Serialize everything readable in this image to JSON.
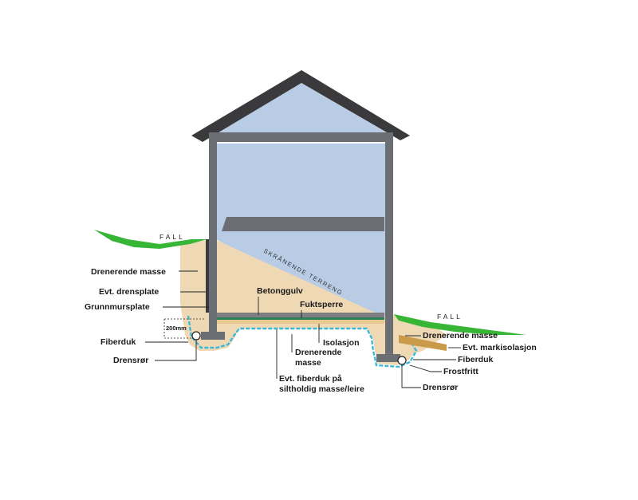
{
  "labels": {
    "fall_left": "FALL",
    "fall_right": "FALL",
    "sloping_terrain": "SKRÅNENDE TERRENG",
    "draining_mass_left": "Drenerende masse",
    "drain_plate": "Evt. drensplate",
    "foundation_wall_plate": "Grunnmursplate",
    "dim_200mm": "200mm",
    "fiber_cloth_left": "Fiberduk",
    "drain_pipe_left": "Drensrør",
    "concrete_floor": "Betonggulv",
    "moisture_barrier": "Fuktsperre",
    "insulation": "Isolasjon",
    "draining_mass_center_1": "Drenerende",
    "draining_mass_center_2": "masse",
    "fiber_cloth_silt_1": "Evt. fiberduk på",
    "fiber_cloth_silt_2": "siltholdig masse/leire",
    "draining_mass_right": "Drenerende masse",
    "ground_insulation": "Evt. markisolasjon",
    "fiber_cloth_right": "Fiberduk",
    "frost_free": "Frostfritt",
    "drain_pipe_right": "Drensrør"
  },
  "colors": {
    "roof": "#3a3a3c",
    "interior": "#b8cce6",
    "wall": "#6b6e72",
    "soil": "#efd9b5",
    "grass": "#37b535",
    "membrane": "#3fb8d8",
    "insulation": "#c99a4a"
  }
}
